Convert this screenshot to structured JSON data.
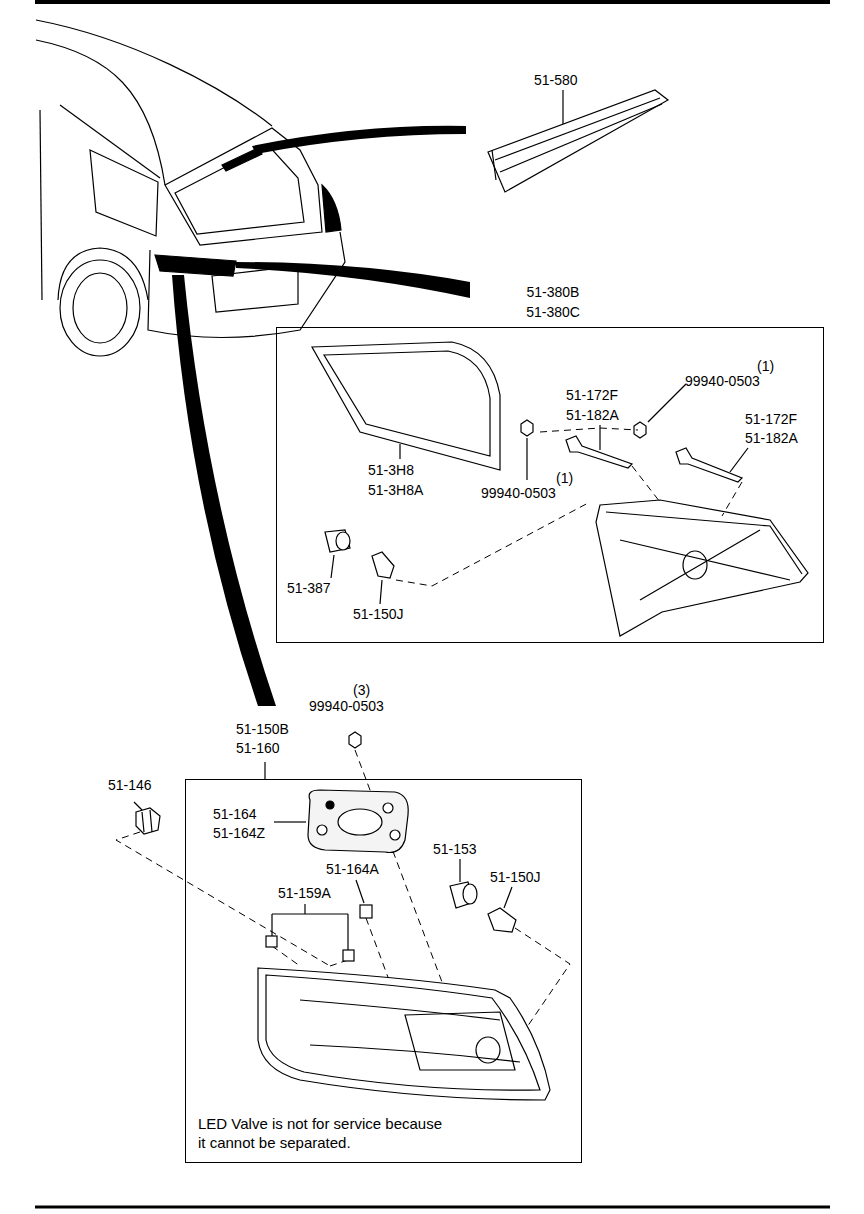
{
  "diagram": {
    "nodes": [
      {
        "text": [
          "51-380B 51-380C"
        ]
      },
      {
        "text": [
          "51-150B 51-160",
          "LED Valve is not for service because it cannot be separated."
        ]
      }
    ],
    "labels": [
      "51-580",
      "(1)",
      "99940-0503",
      "51-172F",
      "51-182A",
      "51-172F",
      "51-182A",
      "51-3H8",
      "51-3H8A",
      "(1)",
      "99940-0503",
      "51-387",
      "51-150J",
      "(3)",
      "99940-0503",
      "51-146",
      "51-164",
      "51-164Z",
      "51-153",
      "51-164A",
      "51-150J",
      "51-159A"
    ]
  }
}
